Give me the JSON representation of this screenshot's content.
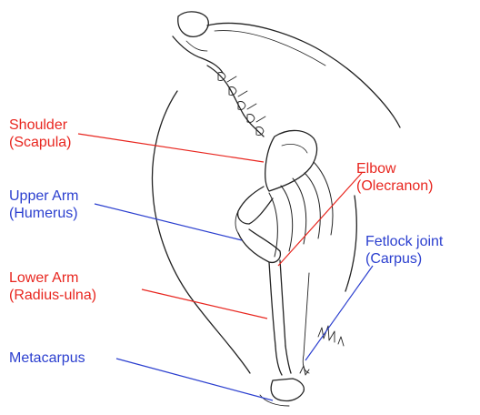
{
  "colors": {
    "red": "#e8261f",
    "blue": "#2b3fcf",
    "ink": "#222222"
  },
  "labels": {
    "shoulder": {
      "line1": "Shoulder",
      "line2": "(Scapula)"
    },
    "upper_arm": {
      "line1": "Upper Arm",
      "line2": "(Humerus)"
    },
    "lower_arm": {
      "line1": "Lower Arm",
      "line2": "(Radius-ulna)"
    },
    "metacarpus": {
      "line1": "Metacarpus"
    },
    "elbow": {
      "line1": "Elbow",
      "line2": "(Olecranon)"
    },
    "fetlock": {
      "line1": "Fetlock joint",
      "line2": "(Carpus)"
    }
  }
}
